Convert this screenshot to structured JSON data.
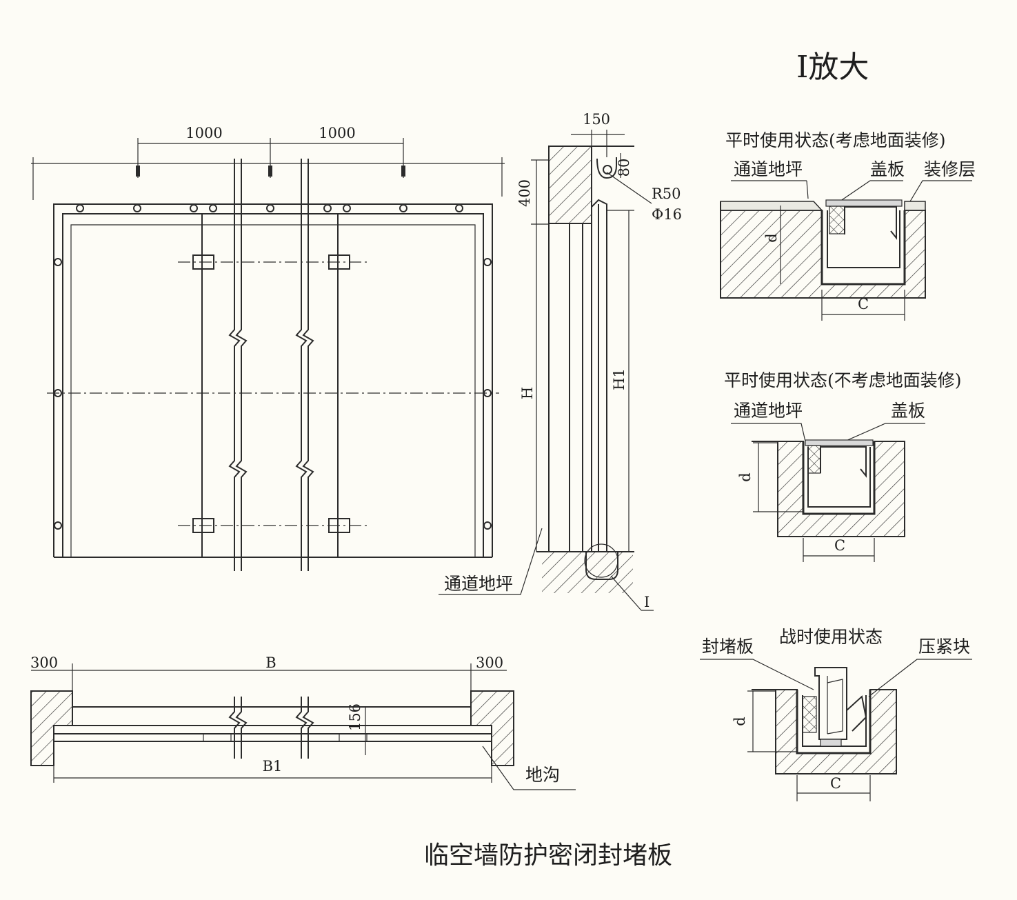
{
  "caption": "临空墙防护密闭封堵板",
  "detail_title": "I放大",
  "elevation": {
    "dim_left": "1000",
    "dim_right": "1000"
  },
  "section": {
    "dim_width": "150",
    "dim_top_height": "80",
    "dim_left_height": "400",
    "radius": "R50",
    "diameter": "Φ16",
    "dim_h": "H",
    "dim_h1": "H1",
    "floor_label": "通道地坪",
    "detail_marker": "I"
  },
  "plan": {
    "dim_left": "300",
    "dim_right": "300",
    "dim_b": "B",
    "dim_b1": "B1",
    "dim_depth": "156",
    "trench_label": "地沟"
  },
  "detail1": {
    "title": "平时使用状态(考虑地面装修)",
    "floor_label": "通道地坪",
    "cover_label": "盖板",
    "finish_label": "装修层",
    "dim_d": "d",
    "dim_c": "C"
  },
  "detail2": {
    "title": "平时使用状态(不考虑地面装修)",
    "floor_label": "通道地坪",
    "cover_label": "盖板",
    "dim_d": "d",
    "dim_c": "C"
  },
  "detail3": {
    "title": "战时使用状态",
    "plate_label": "封堵板",
    "block_label": "压紧块",
    "dim_d": "d",
    "dim_c": "C"
  }
}
